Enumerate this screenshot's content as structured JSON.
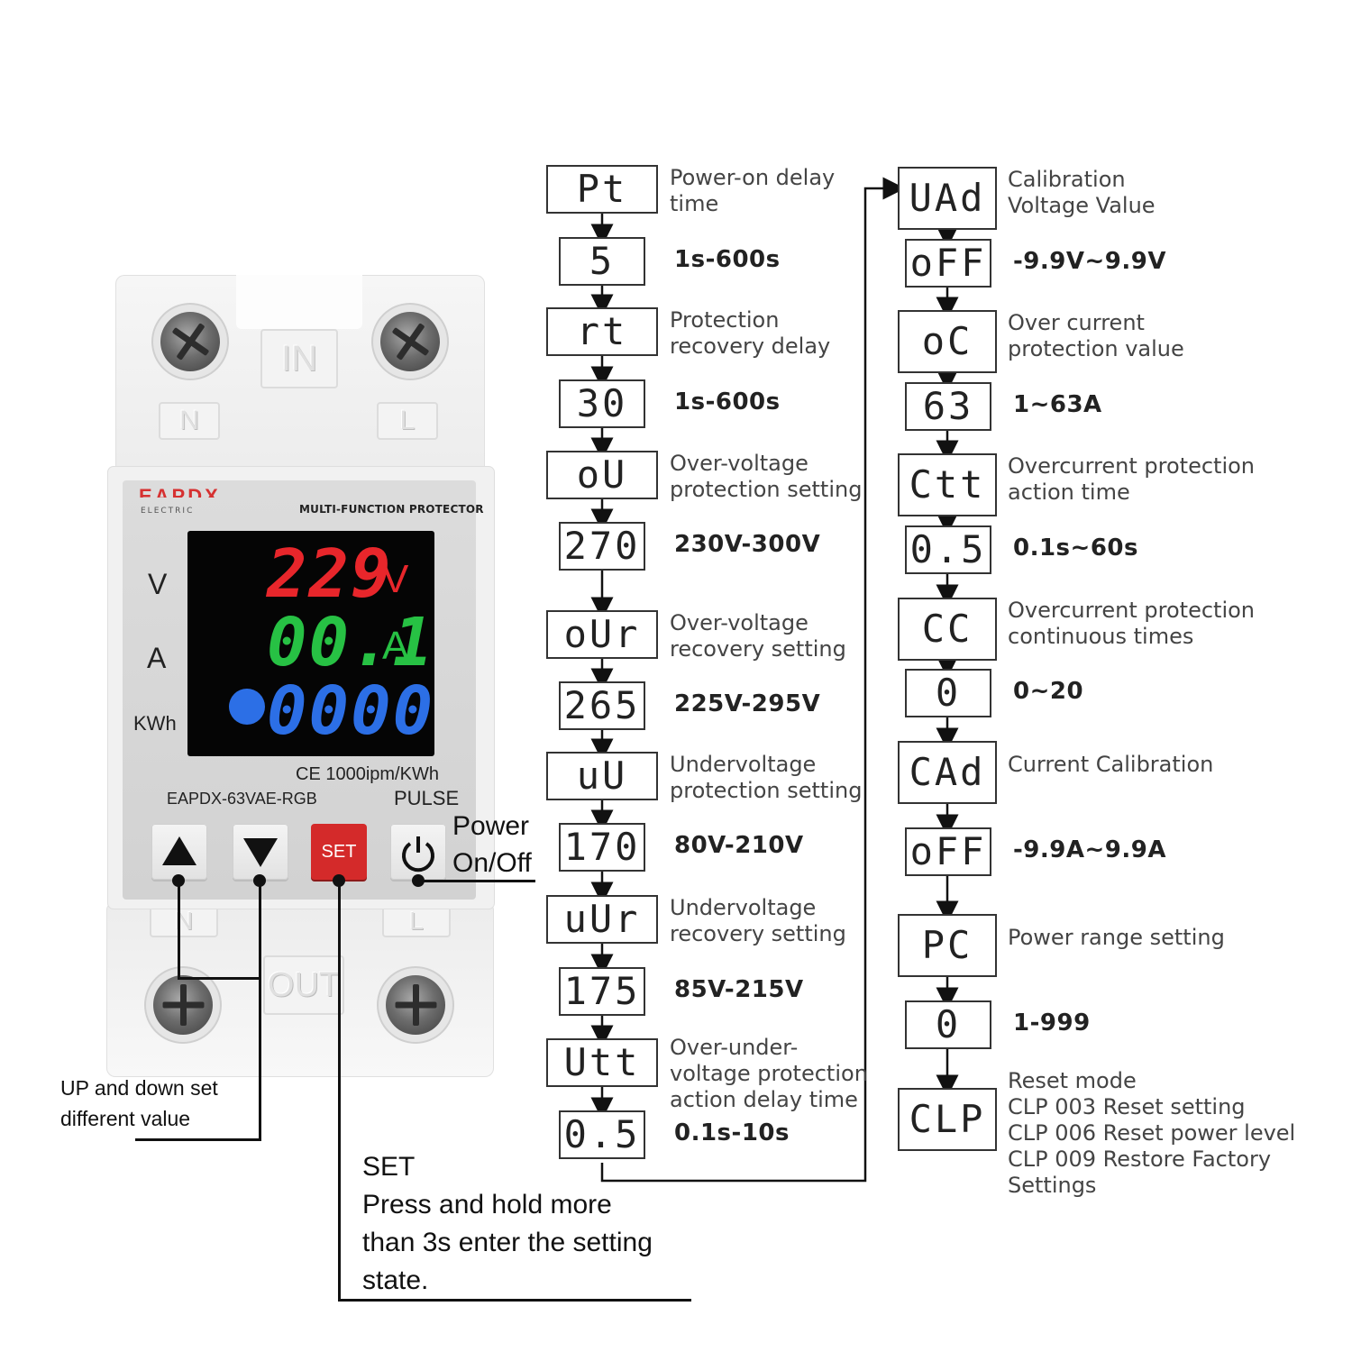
{
  "device": {
    "terminal_in": "IN",
    "terminal_out": "OUT",
    "terminal_n": "N",
    "terminal_l": "L",
    "brand": "EAPDX",
    "brand_sub": "ELECTRIC",
    "product_type": "MULTI-FUNCTION PROTECTOR",
    "label_v": "V",
    "label_a": "A",
    "label_kwh": "KWh",
    "reading_voltage": "229",
    "reading_voltage_unit": "V",
    "reading_current": "00.1",
    "reading_current_unit": "A",
    "reading_energy": "0000",
    "certification": "CE 1000ipm/KWh",
    "model": "EAPDX-63VAE-RGB",
    "pulse_label": "PULSE",
    "set_label": "SET"
  },
  "annotations": {
    "power": [
      "Power",
      "On/Off"
    ],
    "updown": [
      "UP and down set",
      "different value"
    ],
    "set_title": "SET",
    "set_desc": [
      "Press and hold more",
      "than 3s enter the setting",
      "state."
    ]
  },
  "flow_left": [
    {
      "code": "Pt",
      "desc": [
        "Power-on delay",
        "time"
      ]
    },
    {
      "code": "5",
      "range": "1s-600s"
    },
    {
      "code": "rt",
      "desc": [
        "Protection",
        "recovery delay"
      ]
    },
    {
      "code": "30",
      "range": "1s-600s"
    },
    {
      "code": "oU",
      "desc": [
        "Over-voltage",
        "protection setting"
      ]
    },
    {
      "code": "270",
      "range": "230V-300V"
    },
    {
      "code": "oUr",
      "desc": [
        "Over-voltage",
        "recovery setting"
      ]
    },
    {
      "code": "265",
      "range": "225V-295V"
    },
    {
      "code": "uU",
      "desc": [
        "Undervoltage",
        "protection setting"
      ]
    },
    {
      "code": "170",
      "range": "80V-210V"
    },
    {
      "code": "uUr",
      "desc": [
        "Undervoltage",
        "recovery setting"
      ]
    },
    {
      "code": "175",
      "range": "85V-215V"
    },
    {
      "code": "Utt",
      "desc": [
        "Over-under-",
        "voltage protection",
        "action delay time"
      ]
    },
    {
      "code": "0.5",
      "range": "0.1s-10s"
    }
  ],
  "flow_right": [
    {
      "code": "UAd",
      "desc": [
        "Calibration",
        "Voltage Value"
      ]
    },
    {
      "code": "oFF",
      "range": "-9.9V~9.9V"
    },
    {
      "code": "oC",
      "desc": [
        "Over current",
        "protection value"
      ]
    },
    {
      "code": "63",
      "range": "1~63A"
    },
    {
      "code": "Ctt",
      "desc": [
        "Overcurrent protection",
        "action time"
      ]
    },
    {
      "code": "0.5",
      "range": "0.1s~60s"
    },
    {
      "code": "CC",
      "desc": [
        "Overcurrent protection",
        "continuous times"
      ]
    },
    {
      "code": "0",
      "range": "0~20"
    },
    {
      "code": "CAd",
      "desc": [
        "Current Calibration"
      ]
    },
    {
      "code": "oFF",
      "range": "-9.9A~9.9A"
    },
    {
      "code": "PC",
      "desc": [
        "Power range setting"
      ]
    },
    {
      "code": "0",
      "range": "1-999"
    },
    {
      "code": "CLP",
      "desc": [
        "Reset mode",
        "CLP 003 Reset setting",
        "CLP 006 Reset power level",
        "CLP 009 Restore Factory",
        "Settings"
      ]
    }
  ]
}
